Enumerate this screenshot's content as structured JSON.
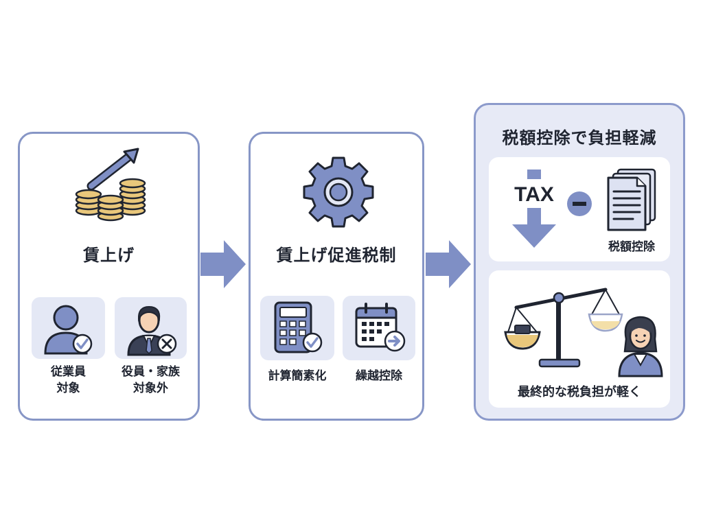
{
  "steps": [
    {
      "title": "賃上げ",
      "icon": "rising-coins-icon",
      "items": [
        {
          "label_line1": "従業員",
          "label_line2": "対象",
          "icon": "employee-check-icon"
        },
        {
          "label_line1": "役員・家族",
          "label_line2": "対象外",
          "icon": "executive-cross-icon"
        }
      ]
    },
    {
      "title": "賃上げ促進税制",
      "icon": "gear-icon",
      "items": [
        {
          "label": "計算簡素化",
          "icon": "calculator-check-icon"
        },
        {
          "label": "繰越控除",
          "icon": "calendar-arrow-icon"
        }
      ]
    },
    {
      "title": "税額控除で負担軽減",
      "tax_text": "TAX",
      "tax_caption": "税額控除",
      "result_caption": "最終的な税負担が軽く",
      "icons": [
        "down-arrow-icon",
        "minus-icon",
        "documents-icon",
        "balance-scale-icon",
        "businesswoman-icon"
      ]
    }
  ],
  "colors": {
    "accent": "#7f8fc5",
    "panel_border": "#8796c6",
    "sub_background": "#e4e8f5",
    "gold": "#e9c77b"
  }
}
